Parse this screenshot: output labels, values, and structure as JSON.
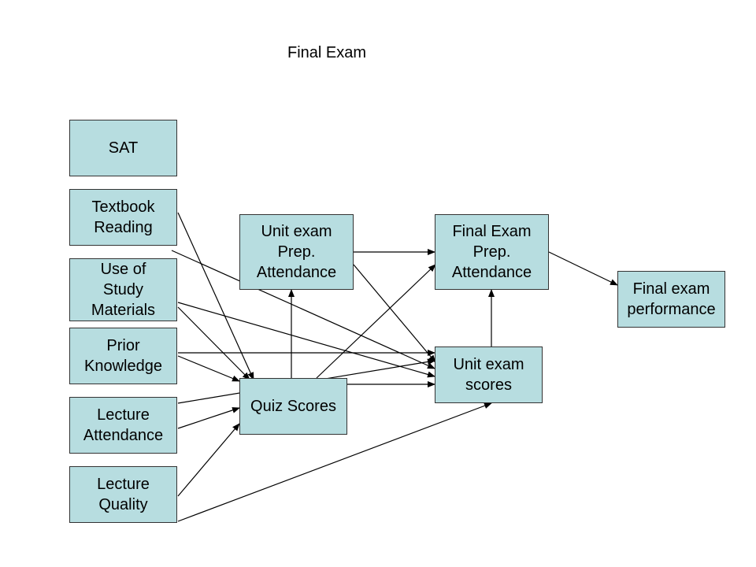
{
  "title": "Final Exam",
  "colors": {
    "box_fill": "#b7dde0",
    "box_border": "#333333",
    "arrow": "#000000"
  },
  "nodes": {
    "sat": "SAT",
    "textbook_reading": "Textbook\nReading",
    "study_materials": "Use of\nStudy\nMaterials",
    "prior_knowledge": "Prior\nKnowledge",
    "lecture_attendance": "Lecture\nAttendance",
    "lecture_quality": "Lecture\nQuality",
    "unit_exam_prep": "Unit exam\nPrep.\nAttendance",
    "quiz_scores": "Quiz Scores",
    "final_exam_prep": "Final Exam\nPrep.\nAttendance",
    "unit_exam_scores": "Unit exam\nscores",
    "final_exam_performance": "Final exam\nperformance"
  },
  "links": [
    {
      "from": "textbook_reading",
      "to": "quiz_scores"
    },
    {
      "from": "textbook_reading",
      "to": "unit_exam_scores"
    },
    {
      "from": "study_materials",
      "to": "quiz_scores"
    },
    {
      "from": "study_materials",
      "to": "unit_exam_scores"
    },
    {
      "from": "prior_knowledge",
      "to": "quiz_scores"
    },
    {
      "from": "prior_knowledge",
      "to": "unit_exam_scores"
    },
    {
      "from": "lecture_attendance",
      "to": "quiz_scores"
    },
    {
      "from": "lecture_attendance",
      "to": "unit_exam_scores"
    },
    {
      "from": "lecture_quality",
      "to": "quiz_scores"
    },
    {
      "from": "lecture_quality",
      "to": "unit_exam_scores"
    },
    {
      "from": "quiz_scores",
      "to": "unit_exam_prep"
    },
    {
      "from": "quiz_scores",
      "to": "final_exam_prep"
    },
    {
      "from": "quiz_scores",
      "to": "unit_exam_scores"
    },
    {
      "from": "unit_exam_prep",
      "to": "final_exam_prep"
    },
    {
      "from": "unit_exam_prep",
      "to": "unit_exam_scores"
    },
    {
      "from": "unit_exam_scores",
      "to": "final_exam_prep"
    },
    {
      "from": "final_exam_prep",
      "to": "final_exam_performance"
    }
  ]
}
